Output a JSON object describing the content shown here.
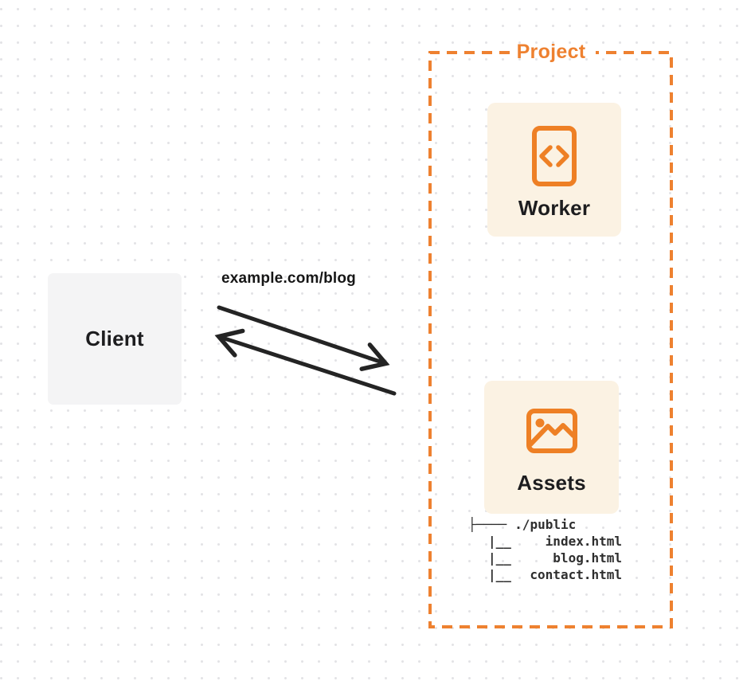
{
  "page": {
    "background_color": "#ffffff",
    "dot_grid_color": "#e3e3e6"
  },
  "client": {
    "label": "Client"
  },
  "request": {
    "label": "example.com/blog",
    "arrow_color": "#242424"
  },
  "project": {
    "label": "Project",
    "accent_color": "#ee8130",
    "card_background": "#fbf2e3",
    "worker": {
      "label": "Worker",
      "icon": "code-document-icon"
    },
    "assets": {
      "label": "Assets",
      "icon": "image-icon",
      "file_tree": {
        "root_prefix": "├────",
        "root_name": "./public",
        "children": [
          {
            "prefix": "|__",
            "name": "index.html"
          },
          {
            "prefix": "|__",
            "name": "blog.html"
          },
          {
            "prefix": "|__",
            "name": "contact.html"
          }
        ]
      }
    }
  }
}
